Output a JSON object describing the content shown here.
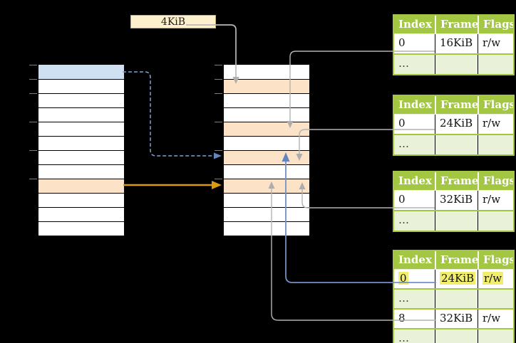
{
  "size_label": "4KiB",
  "memory_columns": {
    "left": {
      "rows": 12,
      "blue_rows": [
        1
      ],
      "orange_rows": [
        9
      ]
    },
    "middle": {
      "rows": 12,
      "blue_rows": [],
      "orange_rows": [
        2,
        5,
        7,
        9
      ]
    }
  },
  "page_tables": [
    {
      "name": "page-table-1",
      "headers": [
        "Index",
        "Frame",
        "Flags"
      ],
      "rows": [
        {
          "cells": [
            "0",
            "16KiB",
            "r/w"
          ],
          "shaded": false,
          "highlighted": false
        },
        {
          "cells": [
            "…",
            "",
            ""
          ],
          "shaded": true,
          "highlighted": false
        }
      ]
    },
    {
      "name": "page-table-2",
      "headers": [
        "Index",
        "Frame",
        "Flags"
      ],
      "rows": [
        {
          "cells": [
            "0",
            "24KiB",
            "r/w"
          ],
          "shaded": false,
          "highlighted": false
        },
        {
          "cells": [
            "…",
            "",
            ""
          ],
          "shaded": true,
          "highlighted": false
        }
      ]
    },
    {
      "name": "page-table-3",
      "headers": [
        "Index",
        "Frame",
        "Flags"
      ],
      "rows": [
        {
          "cells": [
            "0",
            "32KiB",
            "r/w"
          ],
          "shaded": false,
          "highlighted": false
        },
        {
          "cells": [
            "…",
            "",
            ""
          ],
          "shaded": true,
          "highlighted": false
        }
      ]
    },
    {
      "name": "page-table-4",
      "headers": [
        "Index",
        "Frame",
        "Flags"
      ],
      "rows": [
        {
          "cells": [
            "0",
            "24KiB",
            "r/w"
          ],
          "shaded": false,
          "highlighted": true
        },
        {
          "cells": [
            "…",
            "",
            ""
          ],
          "shaded": true,
          "highlighted": false
        },
        {
          "cells": [
            "8",
            "32KiB",
            "r/w"
          ],
          "shaded": false,
          "highlighted": false
        },
        {
          "cells": [
            "…",
            "",
            ""
          ],
          "shaded": true,
          "highlighted": false
        }
      ]
    }
  ],
  "colors": {
    "table_header_green": "#a3c643",
    "table_row_green": "#e9f1d8",
    "memory_orange": "#fce3c7",
    "memory_blue": "#cfe0f3",
    "label_cream": "#fcf0cd",
    "highlight_yellow": "#f1ed6d",
    "arrow_gray": "#b3b3b3",
    "arrow_blue": "#7191c4",
    "arrow_dashed_blue": "#7f9fd4",
    "arrow_orange": "#db9b10"
  }
}
